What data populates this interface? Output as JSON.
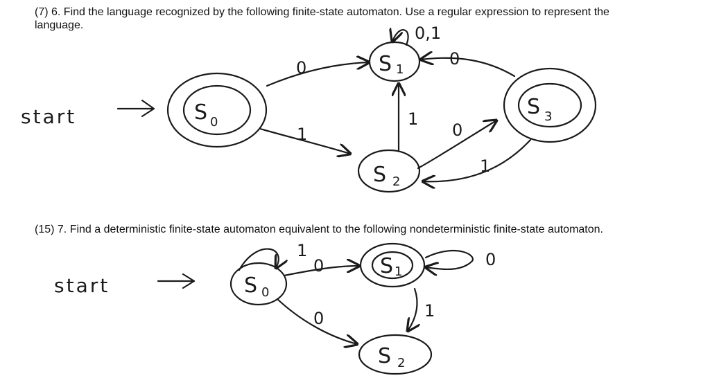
{
  "problem1": {
    "text": "(7) 6. Find the language recognized by the following finite-state automaton.  Use a regular expression to represent the language.",
    "start_label": "start",
    "states": [
      {
        "id": "s0",
        "letter": "S",
        "sub": "0",
        "accepting": true
      },
      {
        "id": "s1",
        "letter": "S",
        "sub": "1",
        "accepting": false
      },
      {
        "id": "s2",
        "letter": "S",
        "sub": "2",
        "accepting": false
      },
      {
        "id": "s3",
        "letter": "S",
        "sub": "3",
        "accepting": true
      }
    ],
    "transitions": [
      {
        "from": "s0",
        "to": "s1",
        "label": "0"
      },
      {
        "from": "s0",
        "to": "s2",
        "label": "1"
      },
      {
        "from": "s1",
        "to": "s1",
        "label": "0,1"
      },
      {
        "from": "s2",
        "to": "s1",
        "label": "1"
      },
      {
        "from": "s2",
        "to": "s3",
        "label": "0"
      },
      {
        "from": "s3",
        "to": "s1",
        "label": "0"
      },
      {
        "from": "s3",
        "to": "s2",
        "label": "1"
      }
    ]
  },
  "problem2": {
    "text": "(15) 7. Find a deterministic finite-state automaton equivalent to the following nondeterministic finite-state automaton.",
    "start_label": "start",
    "states": [
      {
        "id": "s0",
        "letter": "S",
        "sub": "0",
        "accepting": false
      },
      {
        "id": "s1",
        "letter": "S",
        "sub": "1",
        "accepting": true
      },
      {
        "id": "s2",
        "letter": "S",
        "sub": "2",
        "accepting": false
      }
    ],
    "transitions": [
      {
        "from": "s0",
        "to": "s0",
        "label": "1"
      },
      {
        "from": "s0",
        "to": "s1",
        "label": "0"
      },
      {
        "from": "s0",
        "to": "s2",
        "label": "0"
      },
      {
        "from": "s1",
        "to": "s1",
        "label": "0"
      },
      {
        "from": "s1",
        "to": "s2",
        "label": "1"
      }
    ]
  }
}
